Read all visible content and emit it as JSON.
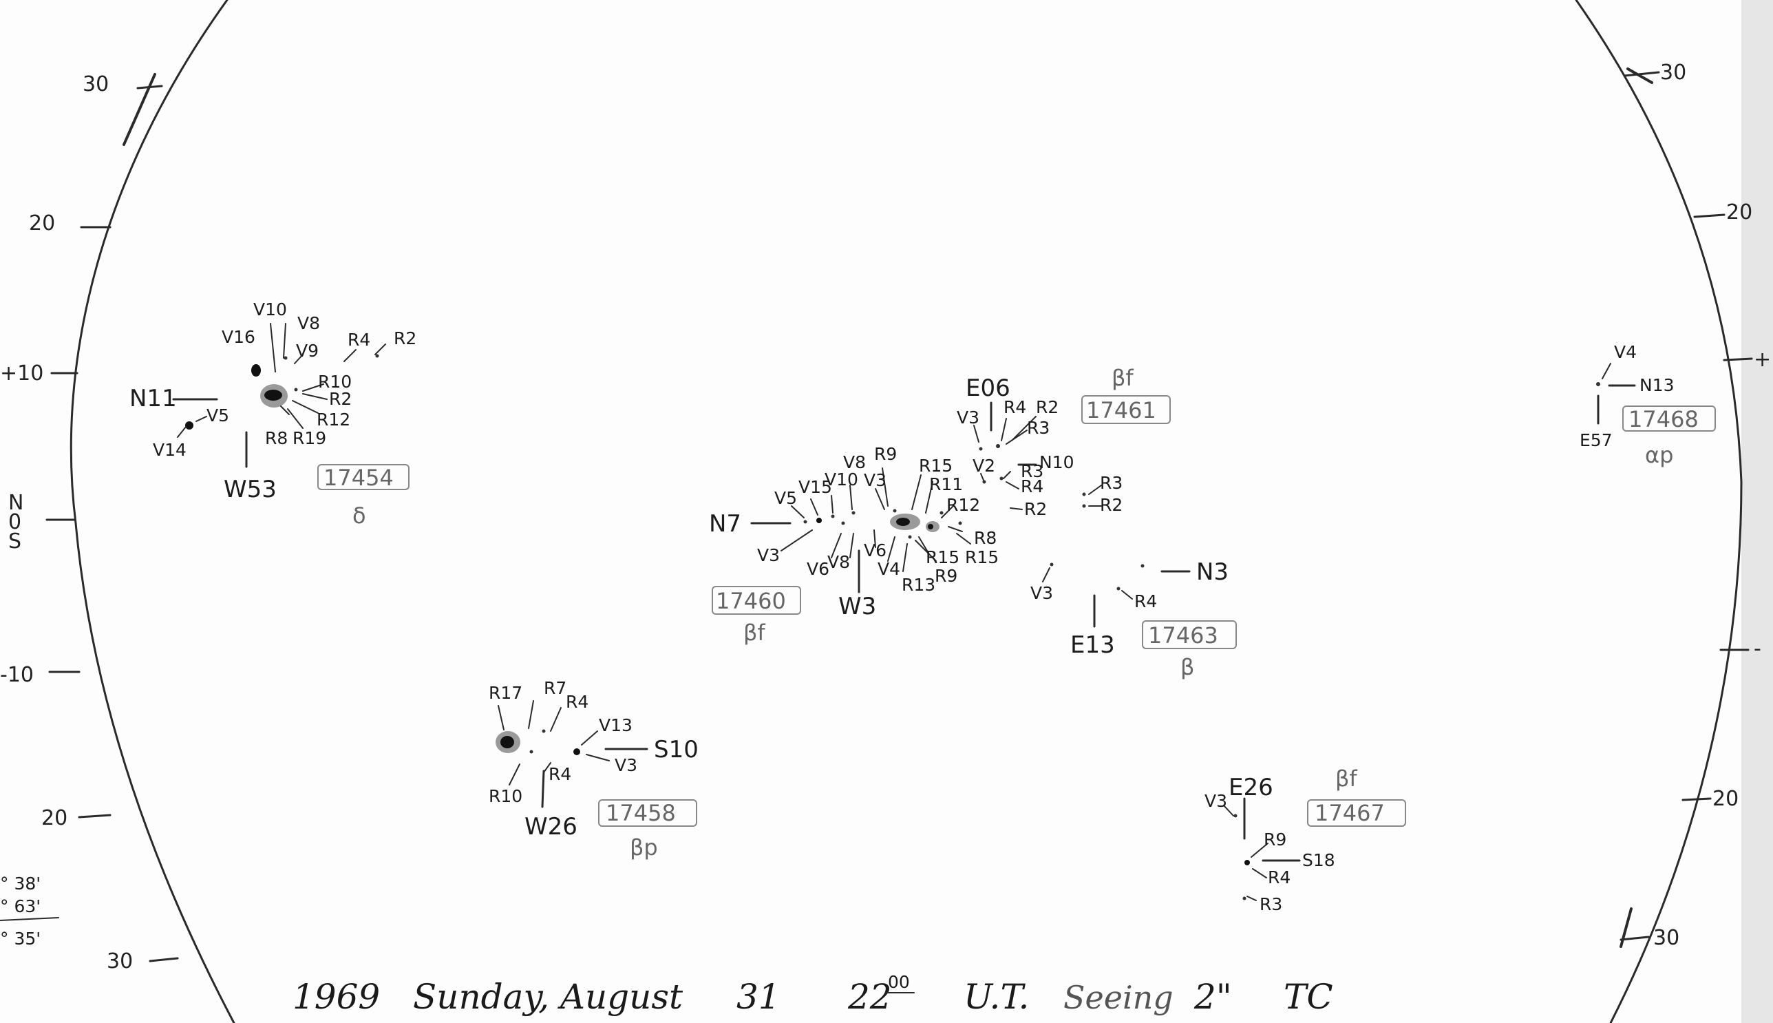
{
  "colors": {
    "paper": "#fdfdfd",
    "ink": "#1c1c1c",
    "pencil": "#888888",
    "umbra": "#111111",
    "penumbra": "#9a9a9a"
  },
  "footer": {
    "year": "1969",
    "weekday_date": "Sunday, August",
    "day": "31",
    "time": "22",
    "time_superscript": "00",
    "time_unit": "U.T.",
    "seeing_word": "Seeing",
    "seeing_value": "2\"",
    "observer": "TC"
  },
  "left_axis": {
    "ticks": [
      "30",
      "20",
      "+10",
      "N",
      "0",
      "S",
      "-10",
      "20",
      "30"
    ]
  },
  "right_axis": {
    "ticks": [
      "30",
      "20",
      "+",
      "-",
      "20",
      "30"
    ]
  },
  "corner_notes": [
    "° 38'",
    "° 63'",
    "° 35'"
  ],
  "regions": [
    {
      "number": "17454",
      "class": "δ",
      "pointer_labels": [
        "N11",
        "W53"
      ],
      "spot_labels": [
        "V16",
        "V10",
        "V8",
        "V9",
        "R4",
        "R2",
        "R10",
        "R2",
        "R12",
        "R8",
        "R19",
        "V5",
        "V14"
      ]
    },
    {
      "number": "17458",
      "class": "βp",
      "pointer_labels": [
        "S10",
        "W26"
      ],
      "spot_labels": [
        "R17",
        "R7",
        "R4",
        "V13",
        "V3",
        "R4",
        "R10"
      ]
    },
    {
      "number": "17460",
      "class": "βf",
      "pointer_labels": [
        "N7",
        "W3"
      ],
      "spot_labels": [
        "V5",
        "V15",
        "V10",
        "V8",
        "R9",
        "V3",
        "R15",
        "R11",
        "R12",
        "R8",
        "R15",
        "R15",
        "R9",
        "R13",
        "V4",
        "V6",
        "V8",
        "V6",
        "V3"
      ]
    },
    {
      "number": "17461",
      "class": "βf",
      "pointer_labels": [
        "E06",
        "N10"
      ],
      "spot_labels": [
        "V3",
        "R4",
        "R2",
        "R3",
        "V2",
        "R3",
        "R4",
        "R2"
      ]
    },
    {
      "number": "17463",
      "class": "β",
      "pointer_labels": [
        "N3",
        "E13"
      ],
      "spot_labels": [
        "R3",
        "R2",
        "V3",
        "R4"
      ]
    },
    {
      "number": "17467",
      "class": "βf",
      "pointer_labels": [
        "E26",
        "S18"
      ],
      "spot_labels": [
        "V3",
        "R9",
        "R4",
        "R3"
      ]
    },
    {
      "number": "17468",
      "class": "αp",
      "pointer_labels": [
        "N13",
        "E57"
      ],
      "spot_labels": [
        "V4"
      ]
    }
  ]
}
